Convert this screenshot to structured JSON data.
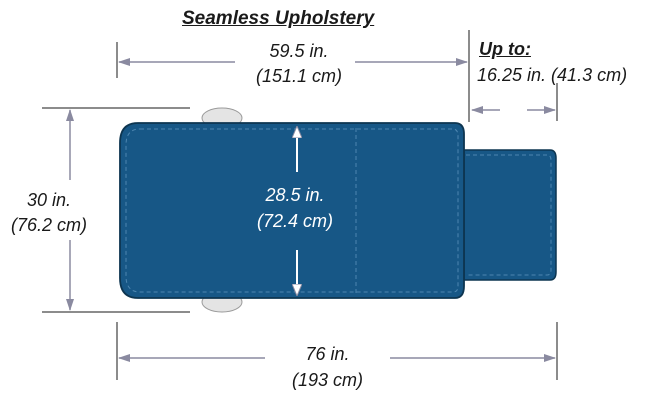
{
  "title": "Seamless Upholstery",
  "top_dimension": {
    "imperial": "59.5 in.",
    "metric": "(151.1 cm)"
  },
  "extension": {
    "label": "Up to:",
    "value": "16.25 in. (41.3 cm)"
  },
  "width_dimension": {
    "imperial": "30 in.",
    "metric": "(76.2 cm)"
  },
  "inner_dimension": {
    "imperial": "28.5 in.",
    "metric": "(72.4 cm)"
  },
  "bottom_dimension": {
    "imperial": "76 in.",
    "metric": "(193 cm)"
  },
  "colors": {
    "upholstery": "#175786",
    "upholstery_edge": "#0d3550",
    "stitch": "#4d86b0",
    "wheel": "#e4e4e4",
    "dimension_line": "#8a8aa0",
    "text": "#1a1a1a"
  }
}
